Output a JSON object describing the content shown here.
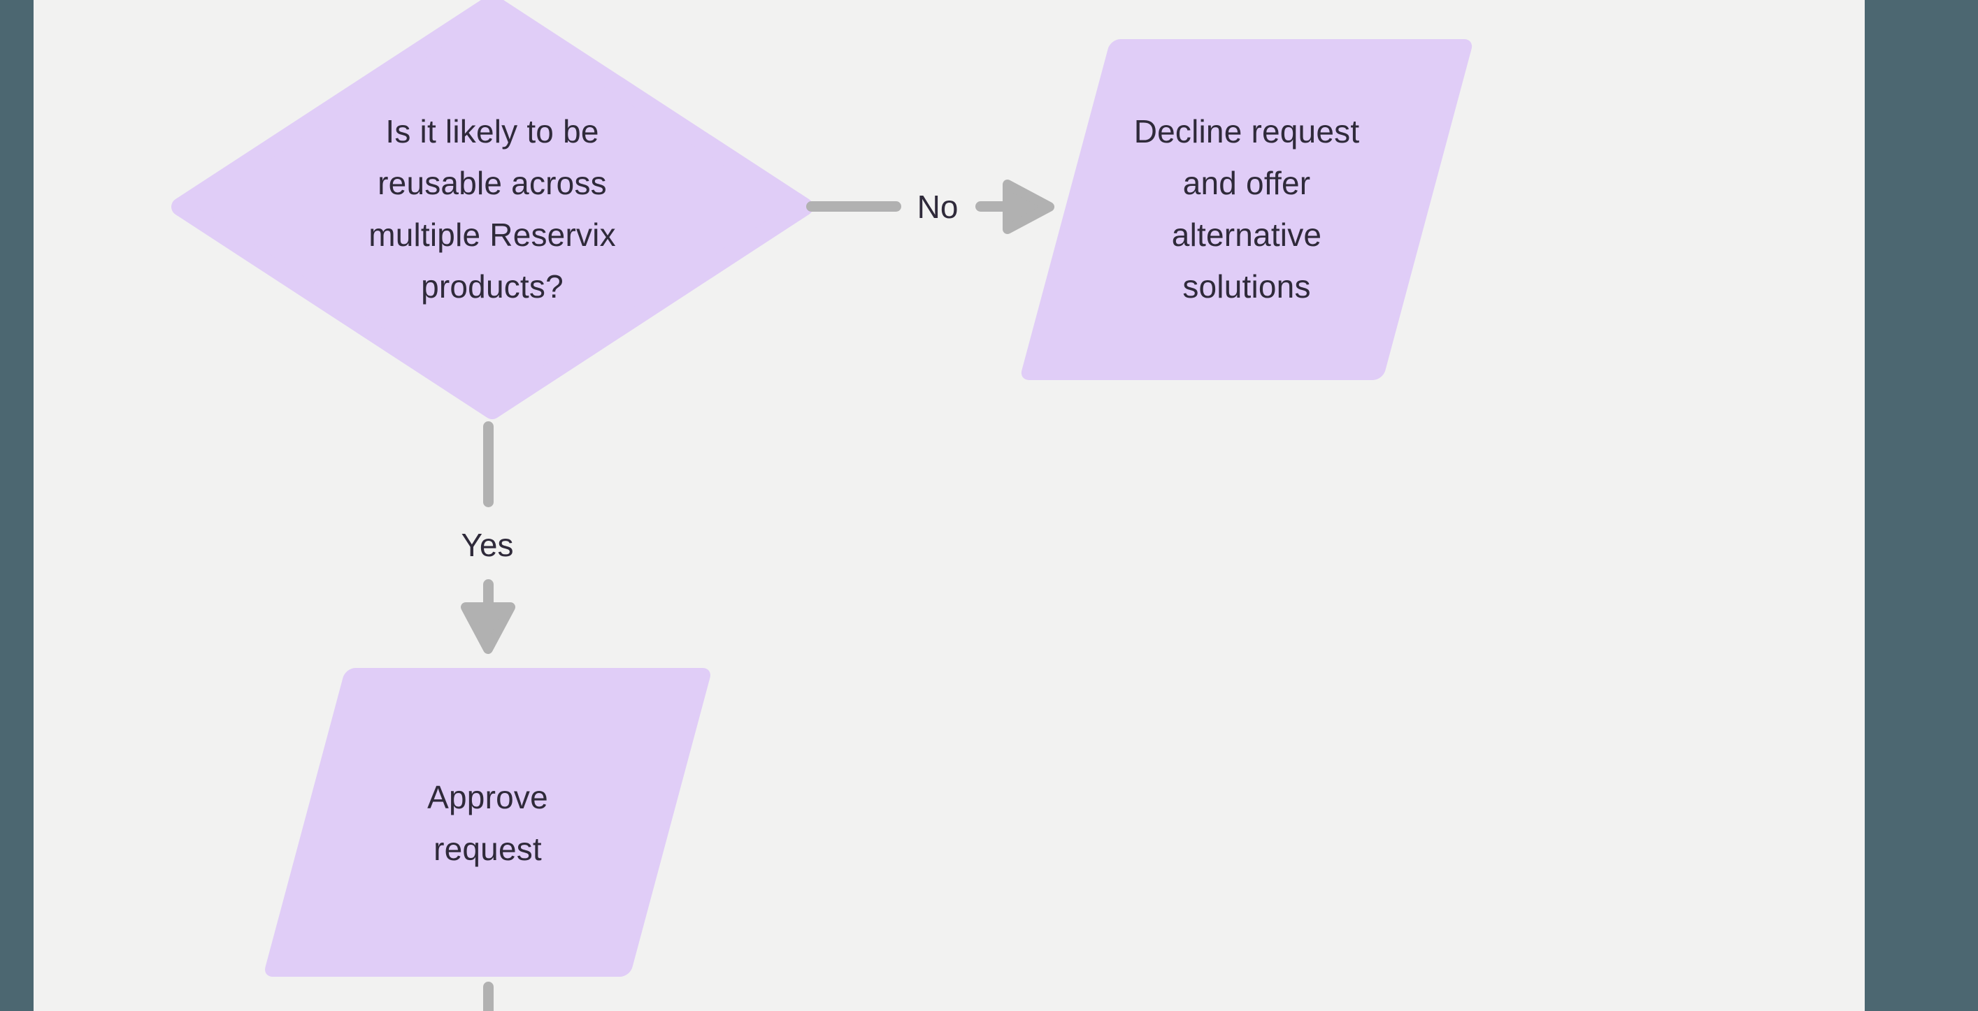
{
  "canvas": {
    "background_color": "#F2F2F1",
    "edge_bar_color": "#4C6771",
    "node_fill_color": "#E0CDF7",
    "connector_color": "#B1B1B1",
    "text_color": "#2F2A3A"
  },
  "flowchart": {
    "decision": {
      "label": "Is it likely to be reusable across multiple Reservix products?",
      "lines": [
        "Is it likely to be",
        "reusable across",
        "multiple Reservix",
        "products?"
      ]
    },
    "no_branch": {
      "label": "No",
      "target": {
        "label": "Decline request and offer alternative solutions",
        "lines": [
          "Decline request",
          "and offer",
          "alternative",
          "solutions"
        ]
      }
    },
    "yes_branch": {
      "label": "Yes",
      "target": {
        "label": "Approve request",
        "lines": [
          "Approve",
          "request"
        ]
      }
    }
  }
}
